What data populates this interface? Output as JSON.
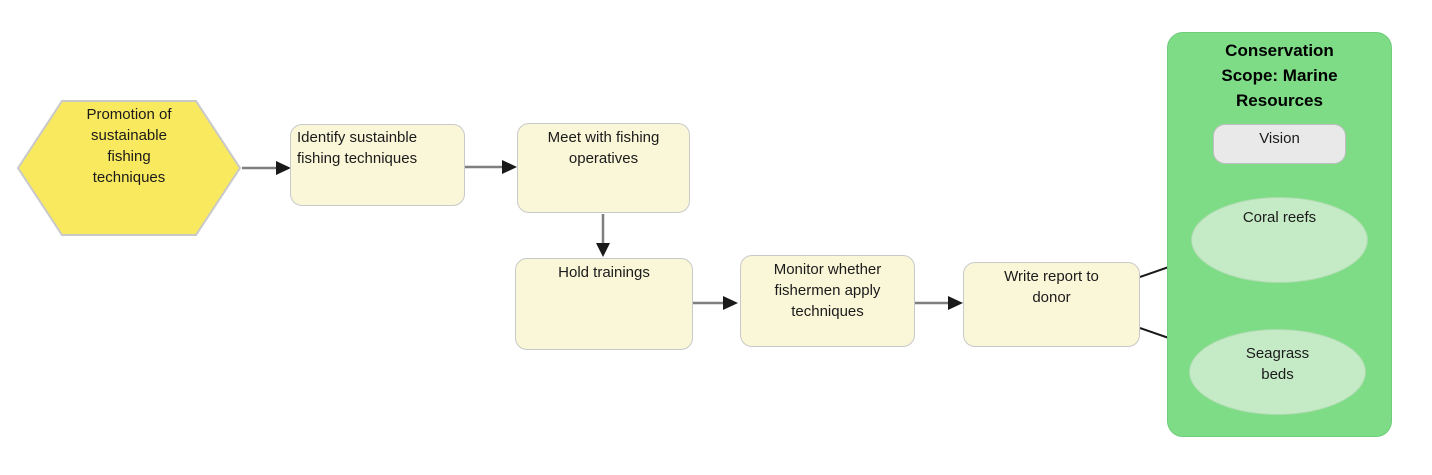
{
  "colors": {
    "start_fill": "#F9E95F",
    "step_fill": "#FAF6D8",
    "scope_fill": "#7DDC85",
    "target_fill": "#C5EAC6",
    "vision_fill": "#E9E9E9",
    "connector": "#7F7F7F",
    "arrowhead": "#1A1A1A"
  },
  "flow": {
    "start": {
      "label": "Promotion of\nsustainable\nfishing\ntechniques"
    },
    "steps": [
      {
        "label": "Identify sustainble\nfishing techniques"
      },
      {
        "label": "Meet with fishing\noperatives"
      },
      {
        "label": "Hold trainings"
      },
      {
        "label": "Monitor whether\nfishermen apply\ntechniques"
      },
      {
        "label": "Write report to\ndonor"
      }
    ]
  },
  "scope": {
    "title": "Conservation\nScope: Marine\nResources",
    "vision": {
      "label": "Vision"
    },
    "targets": [
      {
        "label": "Coral reefs"
      },
      {
        "label": "Seagrass\nbeds"
      }
    ]
  }
}
